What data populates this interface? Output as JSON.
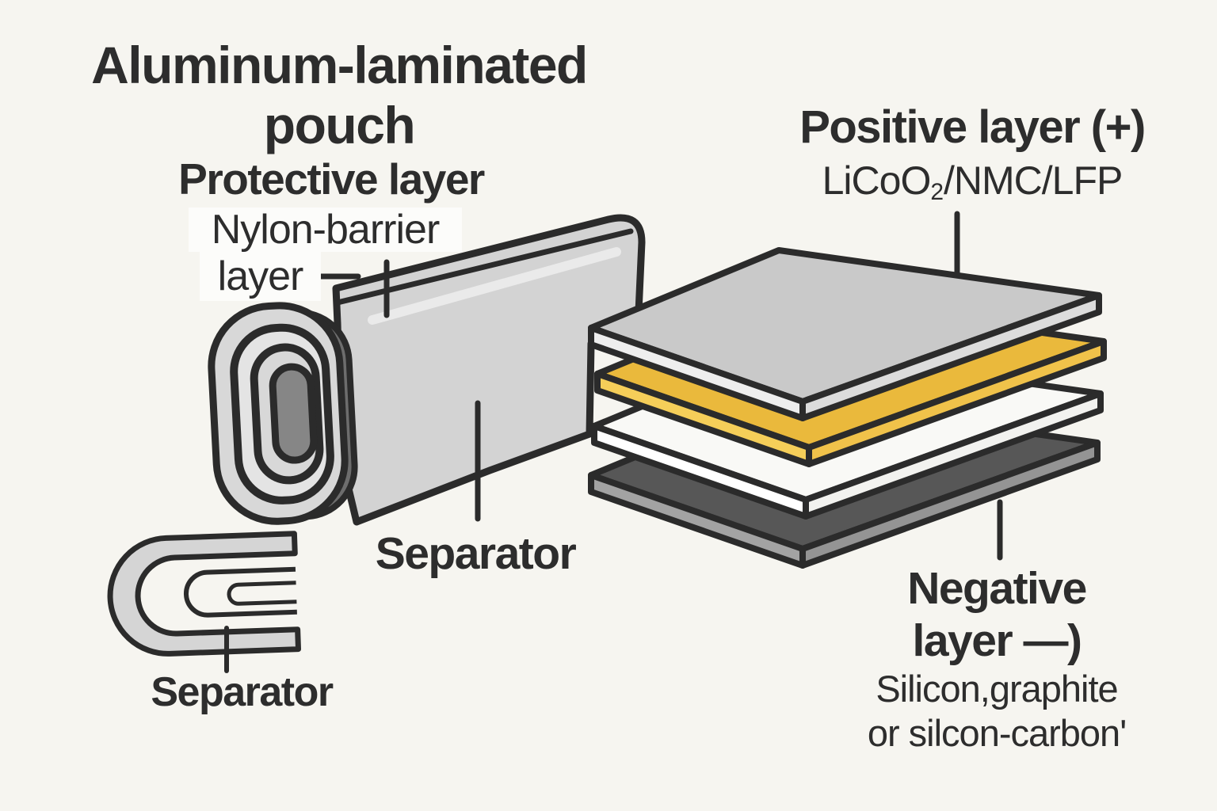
{
  "page": {
    "bg": "#f6f5f0"
  },
  "colors": {
    "ink": "#2b2b2b",
    "text": "#2d2d2d",
    "label_bg": "#fcfcfa",
    "pouch_body": "#d3d3d3",
    "pouch_highlight": "#eaeaea",
    "roll_shadow": "#6d6d6d",
    "ring_outer": "#d8d8d8",
    "ring_mid": "#e4e4e4",
    "ring_inner": "#d8d8d8",
    "ring_core": "#868686",
    "fold_band": "#d5d5d5",
    "slab_positive_top": "#c9c9c9",
    "slab_positive_left": "#eeeeee",
    "slab_positive_right": "#dcdcdc",
    "slab_yellow_top": "#eab93c",
    "slab_yellow_left": "#f5ce59",
    "slab_yellow_right": "#f0c24a",
    "slab_white_top": "#f9f9f6",
    "slab_white_left": "#ffffff",
    "slab_white_right": "#f2f2ef",
    "slab_negative_top": "#575757",
    "slab_negative_left": "#a3a3a3",
    "slab_negative_right": "#949494"
  },
  "labels": {
    "pouch_title_line1": "Aluminum-laminated",
    "pouch_title_line2": "pouch",
    "protective_layer": "Protective layer",
    "nylon_line1": "Nylon-barrier",
    "nylon_line2": "layer",
    "positive_title": "Positive layer (+)",
    "positive_formula_prefix": "LiCoO",
    "positive_formula_sub": "2",
    "positive_formula_suffix": "/NMC/LFP",
    "separator_center": "Separator",
    "separator_bottom": "Separator",
    "negative_line1": "Negative",
    "negative_line2": "layer —)",
    "negative_line3": "Silicon,graphite",
    "negative_line4": "or silcon-carbon'"
  }
}
